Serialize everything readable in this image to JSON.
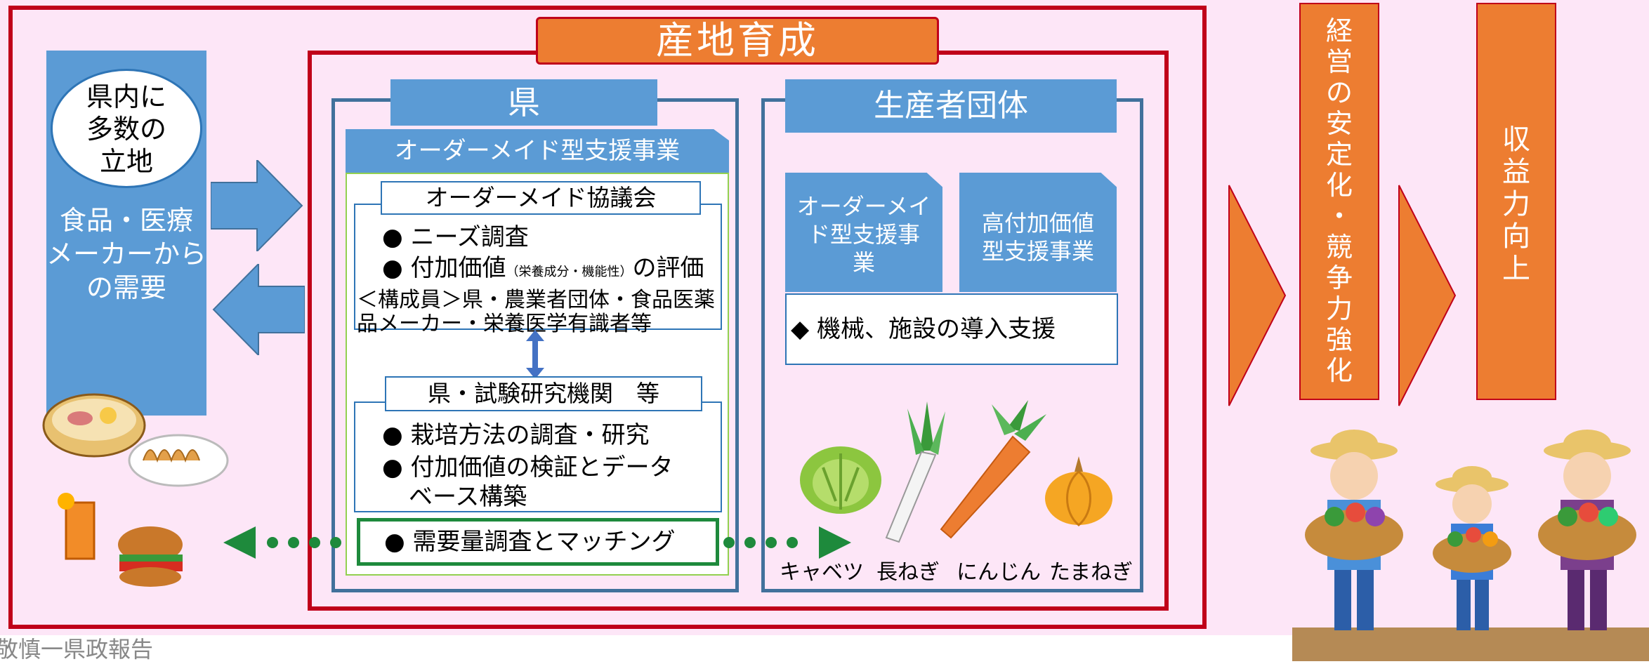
{
  "title": "産地育成",
  "left": {
    "bubble": [
      "県内に",
      "多数の",
      "立地"
    ],
    "demand": [
      "食品・医療",
      "メーカーから",
      "の需要"
    ]
  },
  "prefecture": {
    "header": "県",
    "program_tab": "オーダーメイド型支援事業",
    "council": {
      "title": "オーダーメイド協議会",
      "bullet1": "● ニーズ調査",
      "bullet2_main": "● 付加価値",
      "bullet2_small": "（栄養成分・機能性）",
      "bullet2_tail": "の評価",
      "members_line1": "＜構成員＞県・農業者団体・食品医薬",
      "members_line2": "品メーカー・栄養医学有識者等"
    },
    "research": {
      "title": "県・試験研究機関　等",
      "bullet1": "● 栽培方法の調査・研究",
      "bullet2_line1": "● 付加価値の検証とデータ",
      "bullet2_line2": "ベース構築"
    },
    "matching": "● 需要量調査とマッチング"
  },
  "producers": {
    "header": "生産者団体",
    "tab1": [
      "オーダーメイ",
      "ド型支援事",
      "業"
    ],
    "tab2": [
      "高付加価値",
      "型支援事業"
    ],
    "support": "◆ 機械、施設の導入支援",
    "veg_labels": [
      "キャベツ",
      "長ねぎ",
      "にんじん",
      "たまねぎ"
    ]
  },
  "right": {
    "stability": [
      "経",
      "営",
      "の",
      "安",
      "定",
      "化",
      "・",
      "競",
      "争",
      "力",
      "強",
      "化"
    ],
    "profit": [
      "収",
      "益",
      "力",
      "向",
      "上"
    ]
  },
  "footer": "敬慎一県政報告",
  "colors": {
    "pink_bg": "#fde6f7",
    "red_border": "#c0001a",
    "orange": "#ed7d31",
    "blue": "#5b9bd5",
    "frame_blue": "#41719c",
    "green": "#1e8a3c"
  }
}
